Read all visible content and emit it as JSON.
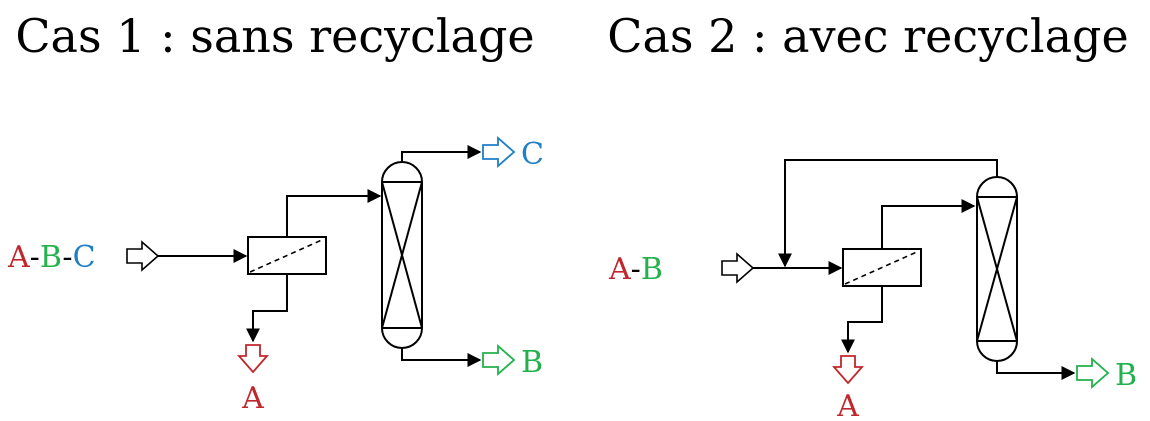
{
  "case1": {
    "title": "Cas 1 : sans recyclage",
    "feed": [
      "A",
      "-",
      "B",
      "-",
      "C"
    ],
    "outputs": {
      "top": "C",
      "bottom": "B",
      "waste": "A"
    }
  },
  "case2": {
    "title": "Cas 2 : avec recyclage",
    "feed": [
      "A",
      "-",
      "B"
    ],
    "outputs": {
      "bottom": "B",
      "waste": "A"
    }
  },
  "colors": {
    "A": "#c0272d",
    "B": "#22b14c",
    "C": "#1f7fc4",
    "line": "#000000"
  },
  "icons": [
    "feed-arrow-icon",
    "separator-unit-icon",
    "distillation-column-icon",
    "output-arrow-icon"
  ]
}
